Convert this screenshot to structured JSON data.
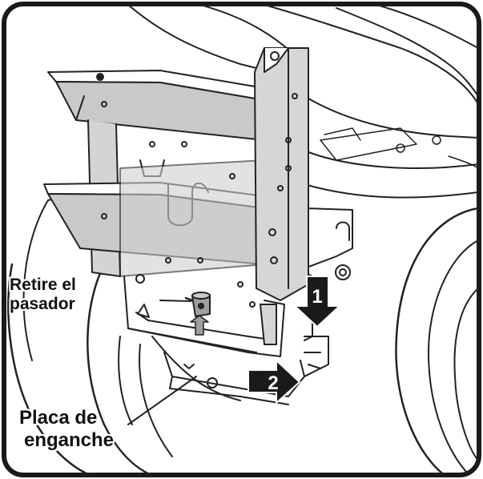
{
  "labels": {
    "pin_line1": "Retire el",
    "pin_line2": "pasador",
    "plate_line1": "Placa de",
    "plate_line2": "enganche"
  },
  "steps": {
    "step1": "1",
    "step2": "2"
  },
  "colors": {
    "frame": "#1a1a1a",
    "line": "#222222",
    "bracket_fill": "#c9c9c9",
    "bracket_shade": "#9e9e9e",
    "arrow_fill": "#1a1a1a",
    "background": "#ffffff"
  }
}
